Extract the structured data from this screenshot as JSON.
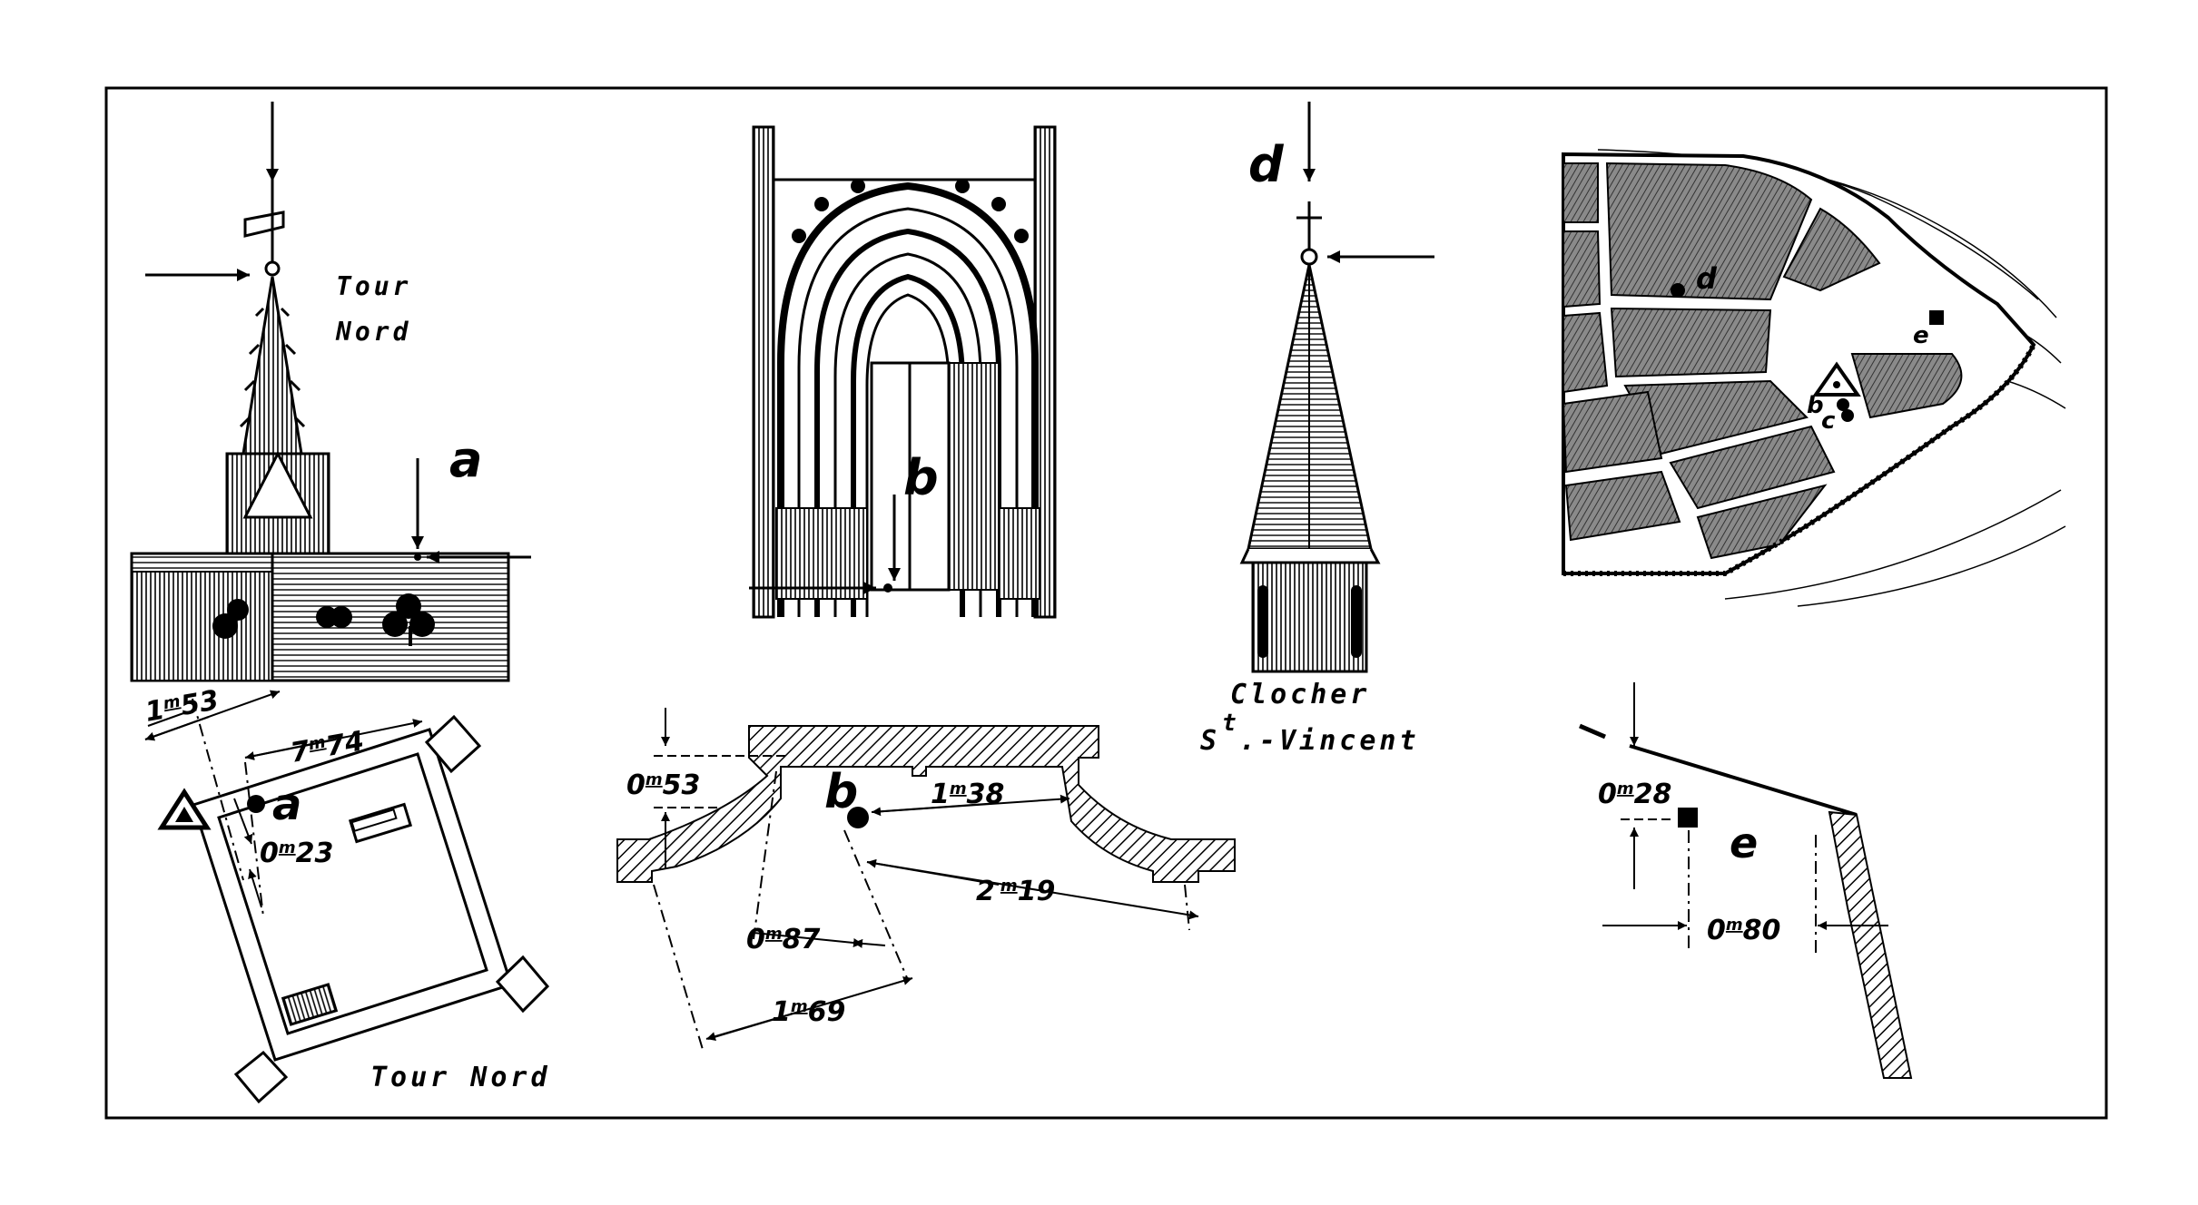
{
  "figure": {
    "colors": {
      "ink": "#000000",
      "paper": "#ffffff",
      "block": "#707070"
    },
    "panels": {
      "tour_nord_elevation": {
        "caption_line1": "Tour",
        "caption_line2": "Nord",
        "marker": "a"
      },
      "portal_elevation": {
        "marker": "b"
      },
      "clocher": {
        "marker": "d",
        "caption_line1": "Clocher",
        "caption_line2_sup": "t",
        "caption_line2_pre": "S",
        "caption_line2_post": ".-Vincent"
      },
      "town_map": {
        "marker_d": "d",
        "marker_e": "e",
        "marker_b": "b",
        "marker_c": "c"
      },
      "tour_nord_plan": {
        "marker": "a",
        "caption": "Tour Nord",
        "dim_1": {
          "whole": "1",
          "unit": "m",
          "frac": "53"
        },
        "dim_2": {
          "whole": "7",
          "unit": "m",
          "frac": "74"
        },
        "dim_3": {
          "whole": "0",
          "unit": "m",
          "frac": "23"
        }
      },
      "portal_plan": {
        "marker": "b",
        "dim_1": {
          "whole": "0",
          "unit": "m",
          "frac": "53"
        },
        "dim_2": {
          "whole": "1",
          "unit": "m",
          "frac": "38"
        },
        "dim_3": {
          "whole": "2",
          "unit": "m",
          "frac": "19"
        },
        "dim_4": {
          "whole": "0",
          "unit": "m",
          "frac": "87"
        },
        "dim_5": {
          "whole": "1",
          "unit": "m",
          "frac": "69"
        }
      },
      "detail_e": {
        "marker": "e",
        "dim_1": {
          "whole": "0",
          "unit": "m",
          "frac": "28"
        },
        "dim_2": {
          "whole": "0",
          "unit": "m",
          "frac": "80"
        }
      }
    }
  }
}
